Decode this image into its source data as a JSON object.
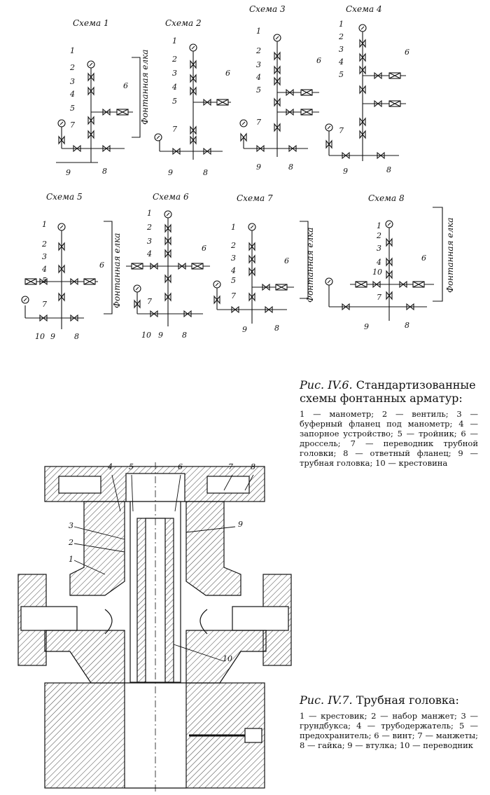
{
  "schemes": [
    {
      "label": "Схема 1"
    },
    {
      "label": "Схема 2"
    },
    {
      "label": "Схема 3"
    },
    {
      "label": "Схема 4"
    },
    {
      "label": "Схема 5"
    },
    {
      "label": "Схема 6"
    },
    {
      "label": "Схема 7"
    },
    {
      "label": "Схема 8"
    }
  ],
  "fontan_label": "Фонтанная елка",
  "figure6": {
    "number": "Рис. IV.6.",
    "title": "Стандартизованные схемы фонтанных арматур:",
    "legend": "1 — манометр; 2 — вентиль; 3 — буферный фланец под манометр; 4 — запорное устройство; 5 — тройник; 6 — дроссель; 7 — переводник трубной головки; 8 — ответный фланец; 9 — трубная головка; 10 — крестовина"
  },
  "figure7": {
    "number": "Рис. IV.7.",
    "title": "Трубная головка:",
    "legend": "1 — крестовик; 2 — набор манжет; 3 — грундбукса; 4 — трубодержатель; 5 — предохранитель; 6 — винт; 7 — манжеты; 8 — гайка; 9 — втулка; 10 — переводник"
  },
  "part_numbers": [
    "1",
    "2",
    "3",
    "4",
    "5",
    "6",
    "7",
    "8",
    "9",
    "10"
  ]
}
